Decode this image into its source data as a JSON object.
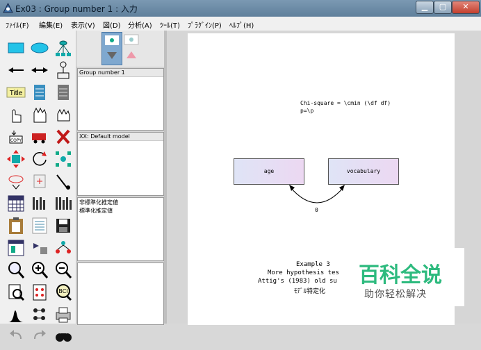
{
  "window": {
    "title": "Ex03 : Group number 1 : 入力"
  },
  "menu": [
    "ﾌｧｲﾙ(F)",
    "編集(E)",
    "表示(V)",
    "図(D)",
    "分析(A)",
    "ﾂｰﾙ(T)",
    "ﾌﾟﾗｸﾞｲﾝ(P)",
    "ﾍﾙﾌﾟ(H)"
  ],
  "toolbox_icons": [
    "rectangle-icon",
    "ellipse-icon",
    "indicator-icon",
    "single-arrow-icon",
    "double-arrow-icon",
    "unique-variable-icon",
    "title-icon",
    "list-variables-icon",
    "list-variables-dataset-icon",
    "select-one-icon",
    "select-all-icon",
    "deselect-all-icon",
    "duplicate-icon",
    "move-icon",
    "erase-icon",
    "move-parameter-icon",
    "rotate-icon",
    "reflect-icon",
    "scroll-icon",
    "shape-change-icon",
    "touch-up-icon",
    "data-file-icon",
    "analysis-properties-icon",
    "calculate-estimates-icon",
    "clipboard-icon",
    "view-text-icon",
    "save-icon",
    "object-properties-icon",
    "drag-properties-icon",
    "preserve-symmetry-icon",
    "zoom-area-icon",
    "zoom-in-icon",
    "zoom-out-icon",
    "zoom-page-icon",
    "fit-page-icon",
    "loupe-icon",
    "bayesian-icon",
    "multiple-group-icon",
    "print-icon",
    "undo-icon",
    "redo-icon",
    "specification-search-icon"
  ],
  "panels": {
    "groups": "Group number 1",
    "models": "XX: Default model",
    "estimates_1": "非標準化推定値",
    "estimates_2": "標準化推定値"
  },
  "diagram": {
    "line1": "Chi-square = \\cmin (\\df df)",
    "line2": "p=\\p",
    "var_left": "age",
    "var_right": "vocabulary",
    "cov_label": "0",
    "caption1": "Example 3",
    "caption2": "More hypothesis tes",
    "caption3": "Attig's (1983) old su",
    "caption4": "ﾓﾃﾞﾙ特定化"
  },
  "watermark": {
    "line1": "百科全说",
    "line2": "助你轻松解决"
  },
  "colors": {
    "accent_green": "#2dba7e",
    "var_fill": "#e6dcf4"
  }
}
